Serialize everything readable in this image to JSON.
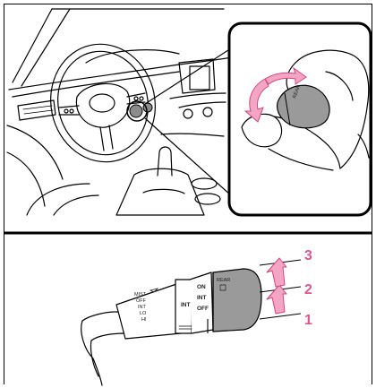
{
  "illustration": {
    "top_panel": {
      "subject": "car-interior-steering-wheel",
      "inset": "hand-rotating-lever-knob"
    },
    "bottom_panel": {
      "lever_left_labels": [
        "MIST",
        "OFF",
        "INT",
        "LO",
        "HI"
      ],
      "lever_mid_label": "INT",
      "lever_right_labels": [
        "ON",
        "INT",
        "OFF"
      ],
      "knob_label": "REAR",
      "positions": [
        "3",
        "2",
        "1"
      ]
    }
  },
  "colors": {
    "accent_pink": "#e0558f",
    "arrow_fill": "#f3a6c3",
    "knob_gray": "#9a9a9a",
    "line": "#000000"
  }
}
